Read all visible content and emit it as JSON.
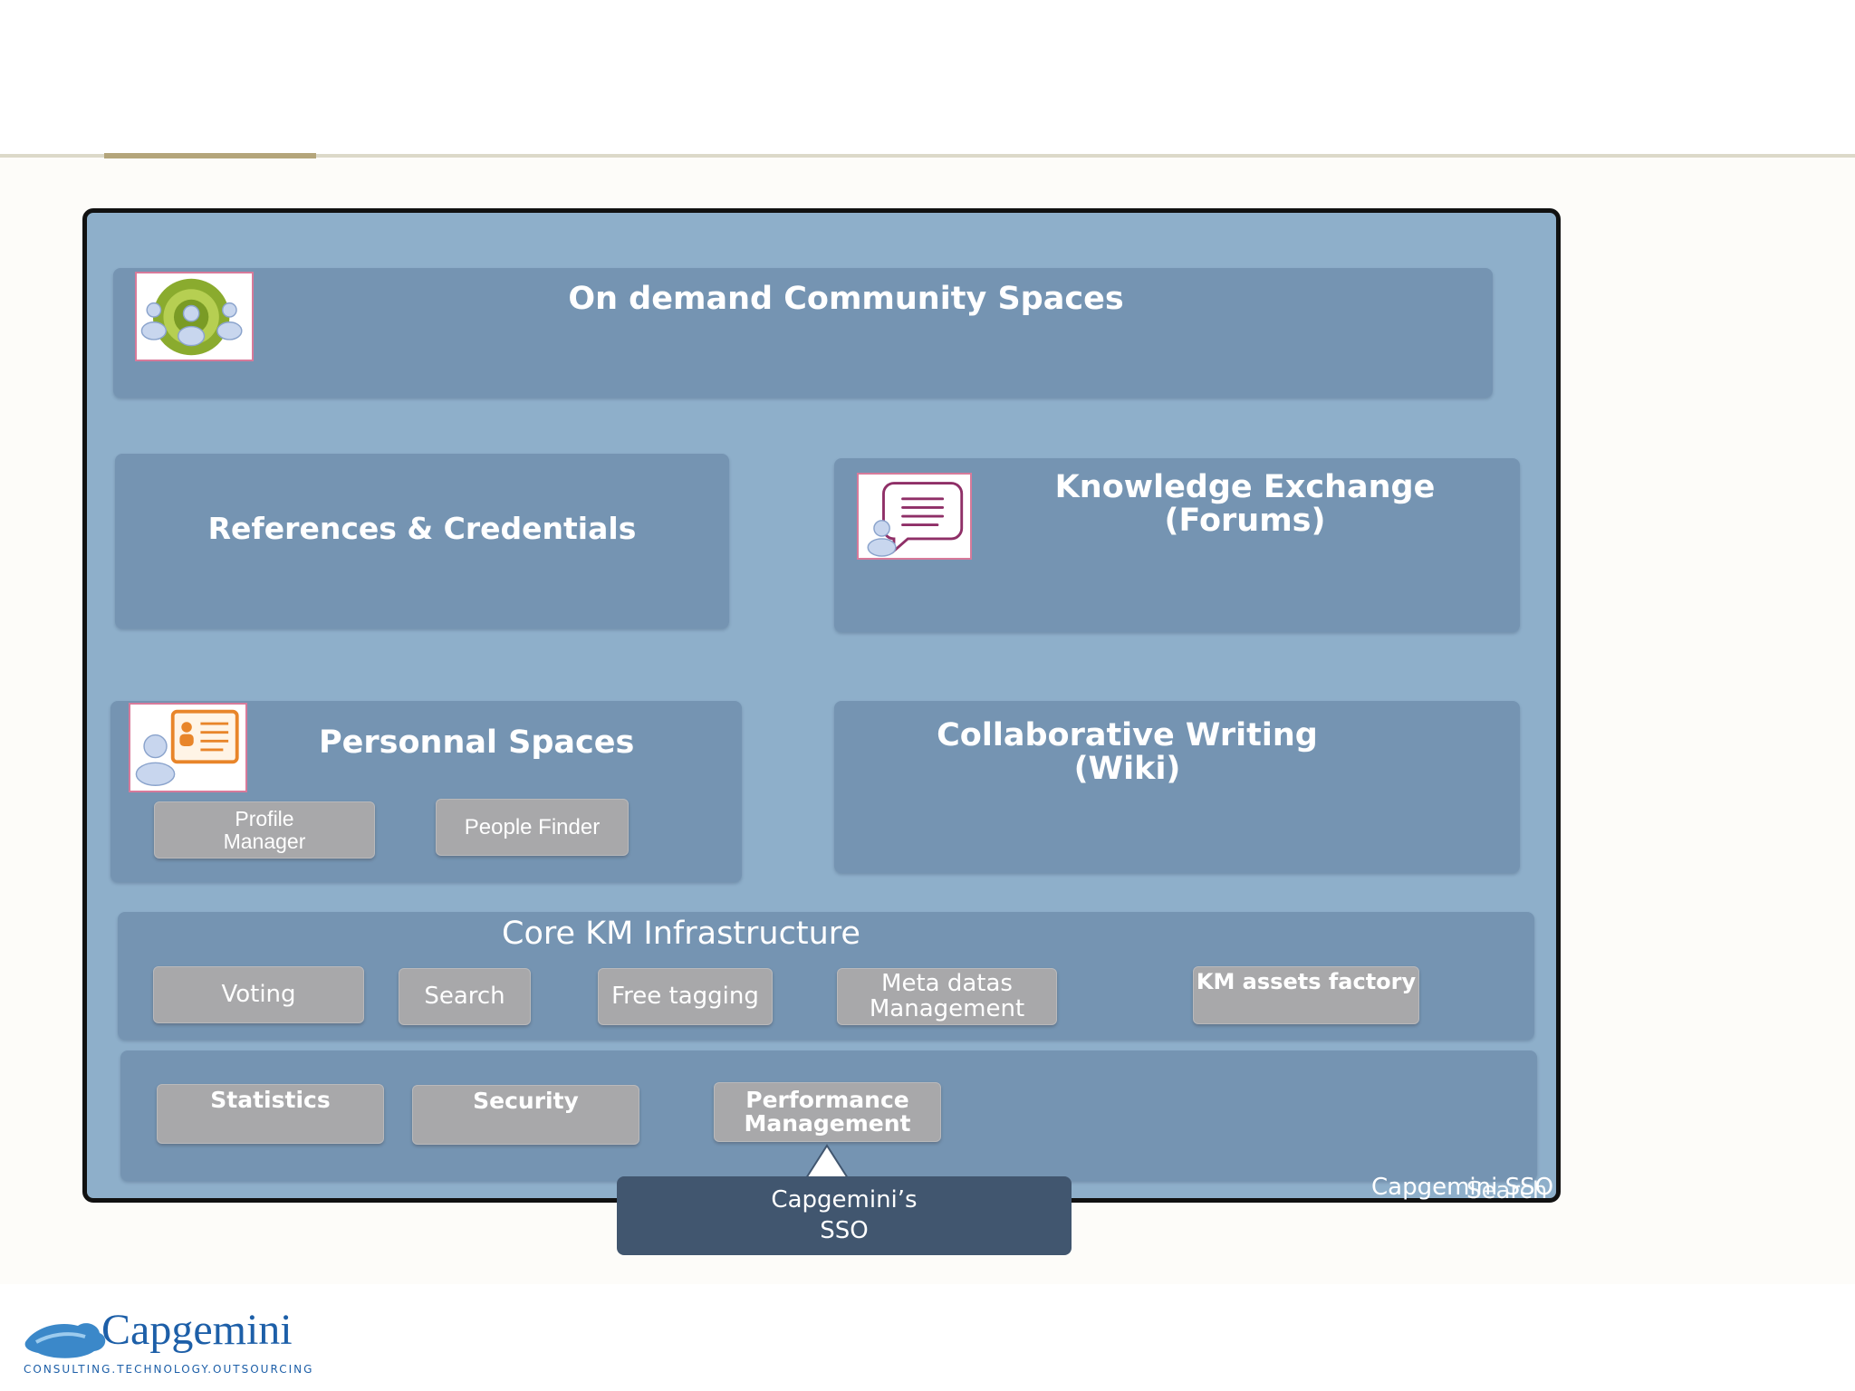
{
  "diagram": {
    "community": {
      "title": "On demand Community Spaces",
      "icon": "community-people-icon"
    },
    "references": {
      "title": "References & Credentials"
    },
    "knowledge_exchange": {
      "title_line1": "Knowledge Exchange",
      "title_line2": "(Forums)",
      "icon": "forum-speech-bubble-icon"
    },
    "personal_spaces": {
      "title": "Personnal Spaces",
      "icon": "profile-card-icon",
      "items": [
        {
          "line1": "Profile",
          "line2": "Manager"
        },
        {
          "label": "People Finder"
        }
      ]
    },
    "collaborative_writing": {
      "title_line1": "Collaborative Writing",
      "title_line2": "(Wiki)"
    },
    "core_km": {
      "title": "Core KM Infrastructure",
      "items": [
        {
          "label": "Voting"
        },
        {
          "label": "Search"
        },
        {
          "label": "Free tagging"
        },
        {
          "line1": "Meta datas",
          "line2": "Management"
        },
        {
          "label": "KM assets factory"
        }
      ]
    },
    "services": {
      "items": [
        {
          "label": "Statistics"
        },
        {
          "label": "Security"
        },
        {
          "line1": "Performance",
          "line2": "Management"
        }
      ]
    },
    "sso": {
      "line1": "Capgemini’s",
      "line2": "SSO"
    },
    "overlap_labels": {
      "label1": "Capgemini SSO",
      "label2": "Search"
    }
  },
  "footer": {
    "logo_name": "Capgemini",
    "tagline": "CONSULTING.TECHNOLOGY.OUTSOURCING"
  },
  "colors": {
    "frame_bg": "#8eafca",
    "panel_bg": "#7594b2",
    "chip_bg": "#a8a8aa",
    "sso_bg": "#41566f",
    "brand_blue": "#1d5fa8"
  }
}
